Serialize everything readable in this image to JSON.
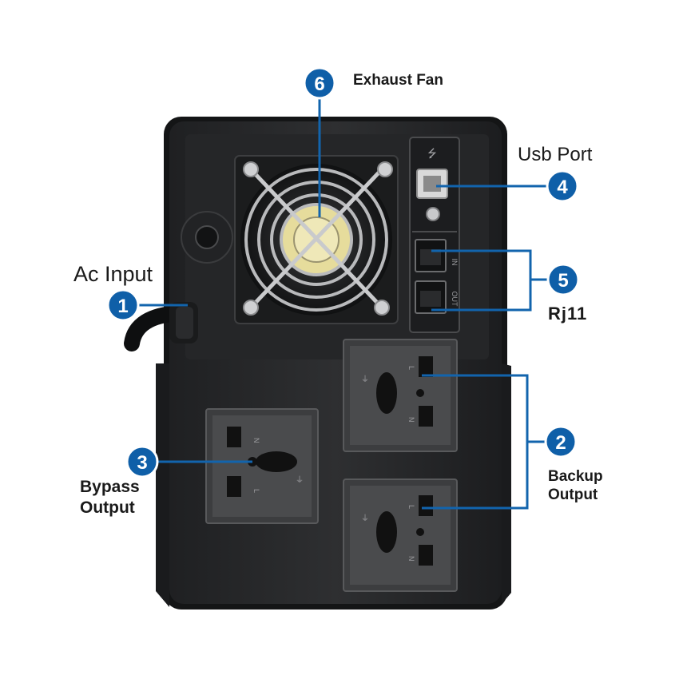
{
  "colors": {
    "callout_blue": "#1264ad",
    "badge_blue": "#0f5fa8",
    "body_dark": "#2b2c2e",
    "panel_dark": "#232426",
    "outlet_gray": "#4a4b4d",
    "fan_hub": "#e8dea0"
  },
  "callouts": [
    {
      "number": "1",
      "lines": [
        "Ac Input"
      ]
    },
    {
      "number": "2",
      "lines": [
        "Backup",
        "Output"
      ]
    },
    {
      "number": "3",
      "lines": [
        "Bypass",
        "Output"
      ]
    },
    {
      "number": "4",
      "lines": [
        "Usb Port"
      ]
    },
    {
      "number": "5",
      "lines": [
        "Rj11"
      ]
    },
    {
      "number": "6",
      "lines": [
        "Exhaust Fan"
      ]
    }
  ],
  "port_markings": {
    "usb_symbol": "⭍",
    "rj11_in": "IN",
    "rj11_out": "OUT",
    "outlet_live": "L",
    "outlet_neutral": "N",
    "outlet_earth": "⏚"
  }
}
